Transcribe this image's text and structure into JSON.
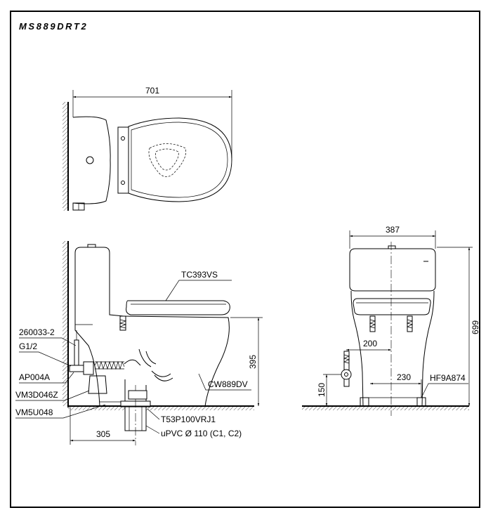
{
  "title": "MS889DRT2",
  "top_view": {
    "width_dim": "701"
  },
  "side_view": {
    "height_dim": "395",
    "depth_dim": "305",
    "labels": {
      "seat": "TC393VS",
      "fitting": "260033-2",
      "thread": "G1/2",
      "angle_valve": "AP004A",
      "valve_a": "VM3D046Z",
      "valve_b": "VM5U048",
      "bowl": "CW889DV",
      "flange": "T53P100VRJ1",
      "pipe": "uPVC Ø 110 (C1, C2)"
    }
  },
  "front_view": {
    "width_dim": "387",
    "height_dim": "699",
    "offset_dim": "200",
    "spacing_dim": "230",
    "inlet_height_dim": "150",
    "bolt_label": "HF9A874"
  }
}
